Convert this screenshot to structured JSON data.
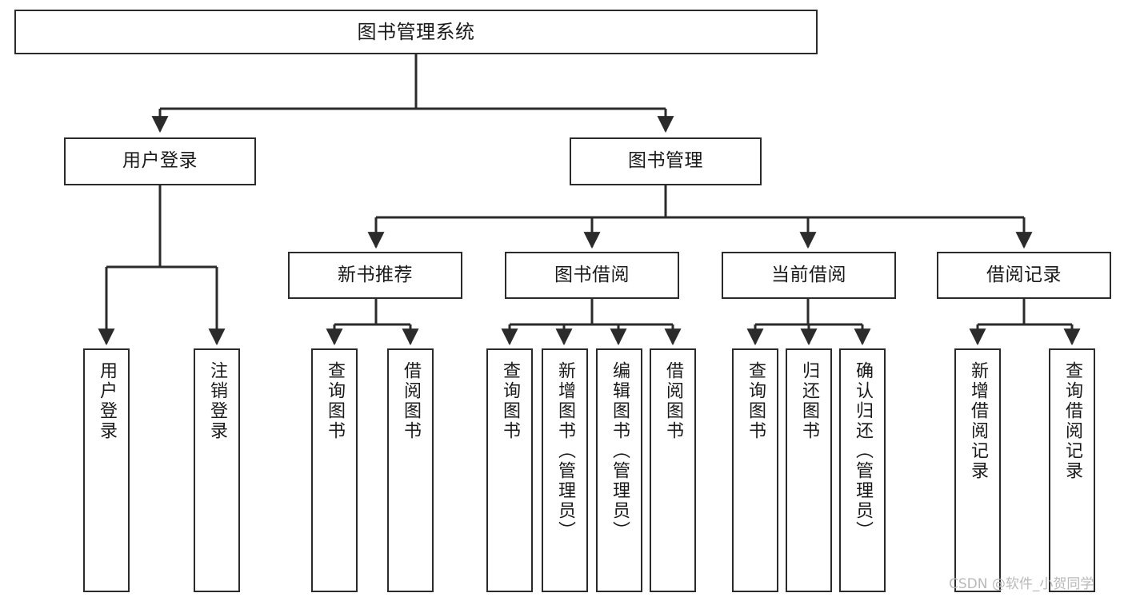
{
  "diagram": {
    "type": "tree-hierarchy",
    "title": "图书管理系统",
    "watermark": "CSDN @软件_小贺同学",
    "colors": {
      "background": "#ffffff",
      "border": "#2b2b2b",
      "connector": "#2b2b2b",
      "text": "#1a1a1a",
      "watermark": "#b9b9b9"
    },
    "root": {
      "id": "root",
      "label": "图书管理系统"
    },
    "level2": [
      {
        "id": "user-login",
        "label": "用户登录"
      },
      {
        "id": "book-management",
        "label": "图书管理"
      }
    ],
    "level3": [
      {
        "id": "new-book-recommend",
        "label": "新书推荐",
        "parent": "book-management"
      },
      {
        "id": "book-borrow",
        "label": "图书借阅",
        "parent": "book-management"
      },
      {
        "id": "current-borrow",
        "label": "当前借阅",
        "parent": "book-management"
      },
      {
        "id": "borrow-record",
        "label": "借阅记录",
        "parent": "book-management"
      }
    ],
    "leaves": [
      {
        "id": "leaf-user-login",
        "label": "用户登录",
        "parent": "user-login"
      },
      {
        "id": "leaf-logout",
        "label": "注销登录",
        "parent": "user-login"
      },
      {
        "id": "leaf-query-book-1",
        "label": "查询图书",
        "parent": "new-book-recommend"
      },
      {
        "id": "leaf-borrow-book-1",
        "label": "借阅图书",
        "parent": "new-book-recommend"
      },
      {
        "id": "leaf-query-book-2",
        "label": "查询图书",
        "parent": "book-borrow"
      },
      {
        "id": "leaf-add-book",
        "label": "新增图书（管理员）",
        "parent": "book-borrow"
      },
      {
        "id": "leaf-edit-book",
        "label": "编辑图书（管理员）",
        "parent": "book-borrow"
      },
      {
        "id": "leaf-borrow-book-2",
        "label": "借阅图书",
        "parent": "book-borrow"
      },
      {
        "id": "leaf-query-book-3",
        "label": "查询图书",
        "parent": "current-borrow"
      },
      {
        "id": "leaf-return-book",
        "label": "归还图书",
        "parent": "current-borrow"
      },
      {
        "id": "leaf-confirm-return",
        "label": "确认归还（管理员）",
        "parent": "current-borrow"
      },
      {
        "id": "leaf-add-record",
        "label": "新增借阅记录",
        "parent": "borrow-record"
      },
      {
        "id": "leaf-query-record",
        "label": "查询借阅记录",
        "parent": "borrow-record"
      }
    ]
  }
}
